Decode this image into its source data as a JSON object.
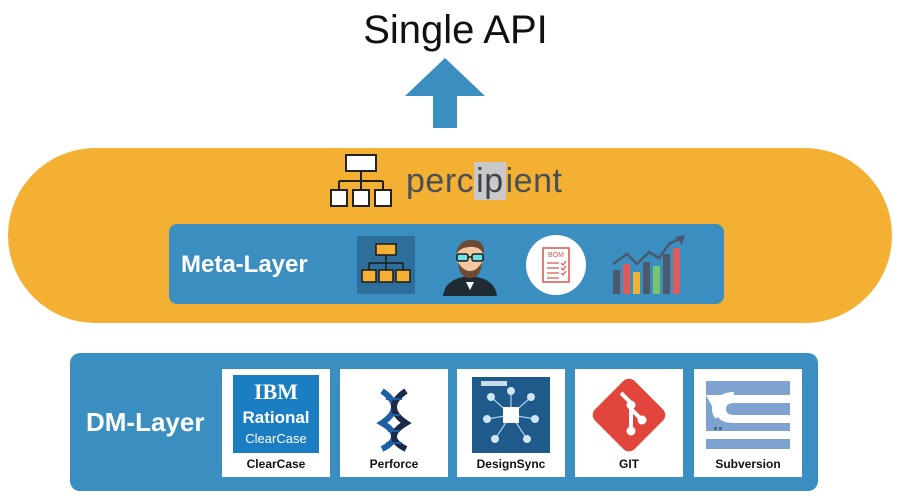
{
  "title": "Single API",
  "brand": {
    "pre": "perc",
    "highlight": "ip",
    "post": "ient"
  },
  "meta_layer": {
    "label": "Meta-Layer",
    "bom_text": "BOM"
  },
  "dm_layer": {
    "label": "DM-Layer",
    "tools": [
      {
        "name": "ClearCase",
        "logo_brand": "IBM",
        "logo_line1": "Rational",
        "logo_line2": "ClearCase"
      },
      {
        "name": "Perforce"
      },
      {
        "name": "DesignSync"
      },
      {
        "name": "GIT"
      },
      {
        "name": "Subversion"
      }
    ]
  },
  "colors": {
    "accent_orange": "#f3b033",
    "layer_blue": "#3a8fc0",
    "arrow_blue": "#3a8fc0",
    "git_red": "#e2453c"
  }
}
